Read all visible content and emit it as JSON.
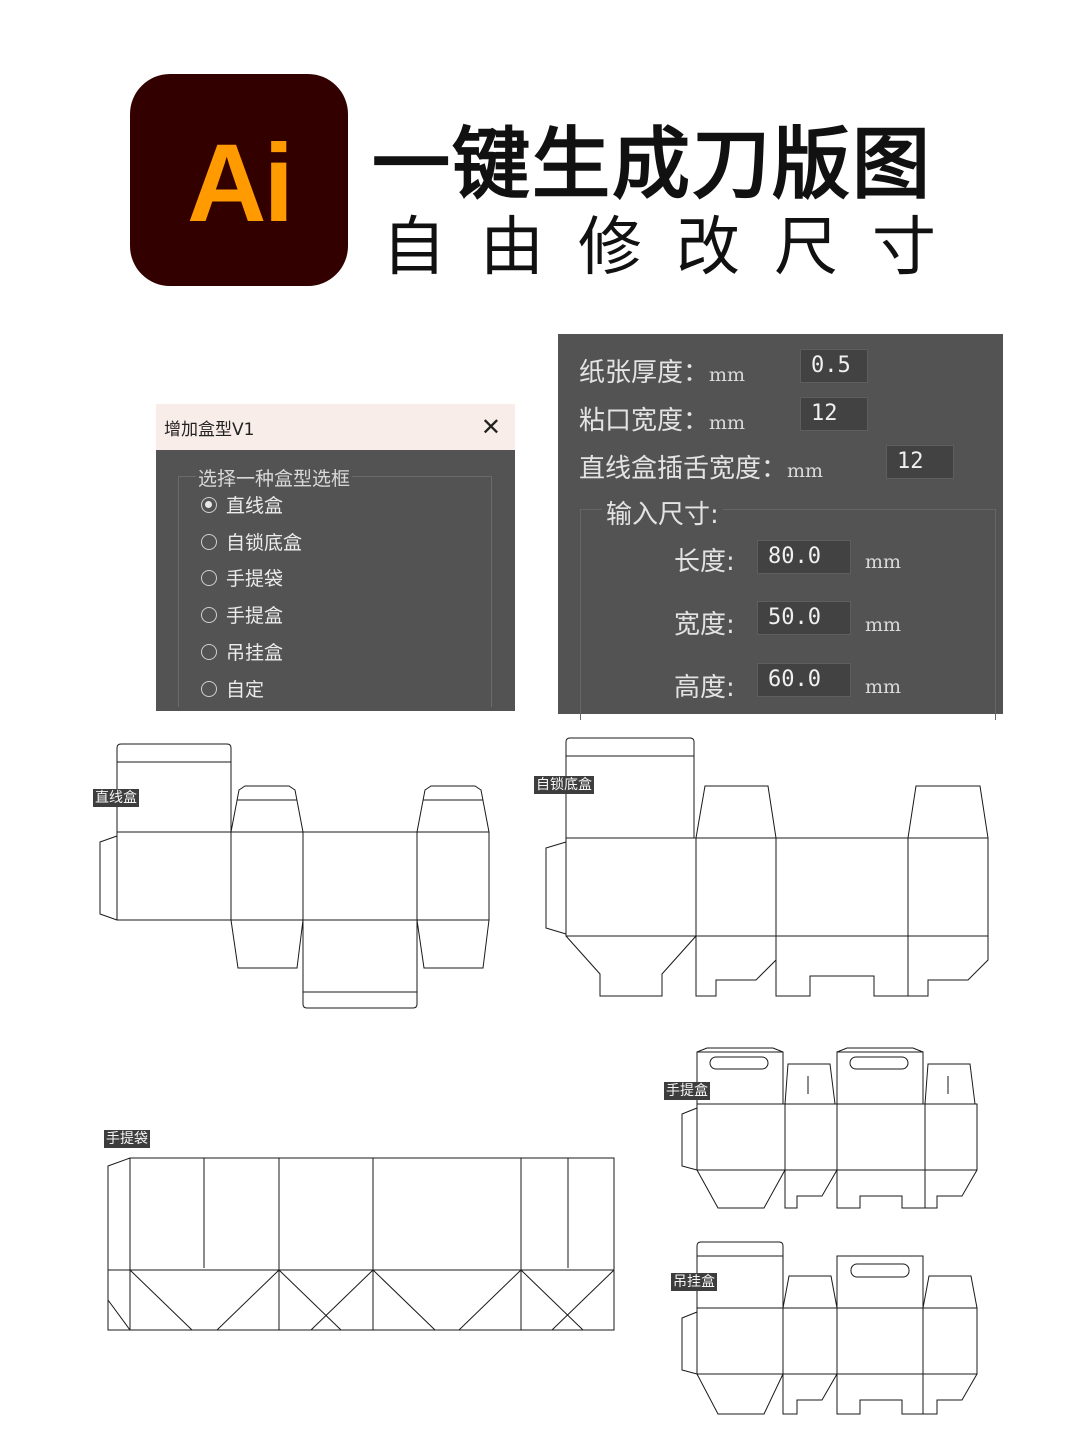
{
  "logo": {
    "text": "Ai",
    "background": "#330000",
    "color": "#ff9a00"
  },
  "headline": "一键生成刀版图",
  "subline": "自由修改尺寸",
  "box_dialog": {
    "title": "增加盒型V1",
    "close_icon": "close-icon",
    "group_label": "选择一种盒型选框",
    "options": [
      "直线盒",
      "自锁底盒",
      "手提袋",
      "手提盒",
      "吊挂盒",
      "自定"
    ],
    "selected": "直线盒"
  },
  "size_dialog": {
    "paper_thickness": {
      "label": "纸张厚度：",
      "unit": "mm",
      "value": "0.5"
    },
    "glue_width": {
      "label": "粘口宽度：",
      "unit": "mm",
      "value": "12"
    },
    "tuck_width": {
      "label": "直线盒插舌宽度：",
      "unit": "mm",
      "value": "12"
    },
    "group_label": "输入尺寸:",
    "length": {
      "label": "长度:",
      "value": "80.0",
      "unit": "mm"
    },
    "width": {
      "label": "宽度:",
      "value": "50.0",
      "unit": "mm"
    },
    "height": {
      "label": "高度:",
      "value": "60.0",
      "unit": "mm"
    }
  },
  "dielines": {
    "straight_box": "直线盒",
    "auto_lock_box": "自锁底盒",
    "handbag": "手提袋",
    "handle_box": "手提盒",
    "hanging_box": "吊挂盒"
  }
}
